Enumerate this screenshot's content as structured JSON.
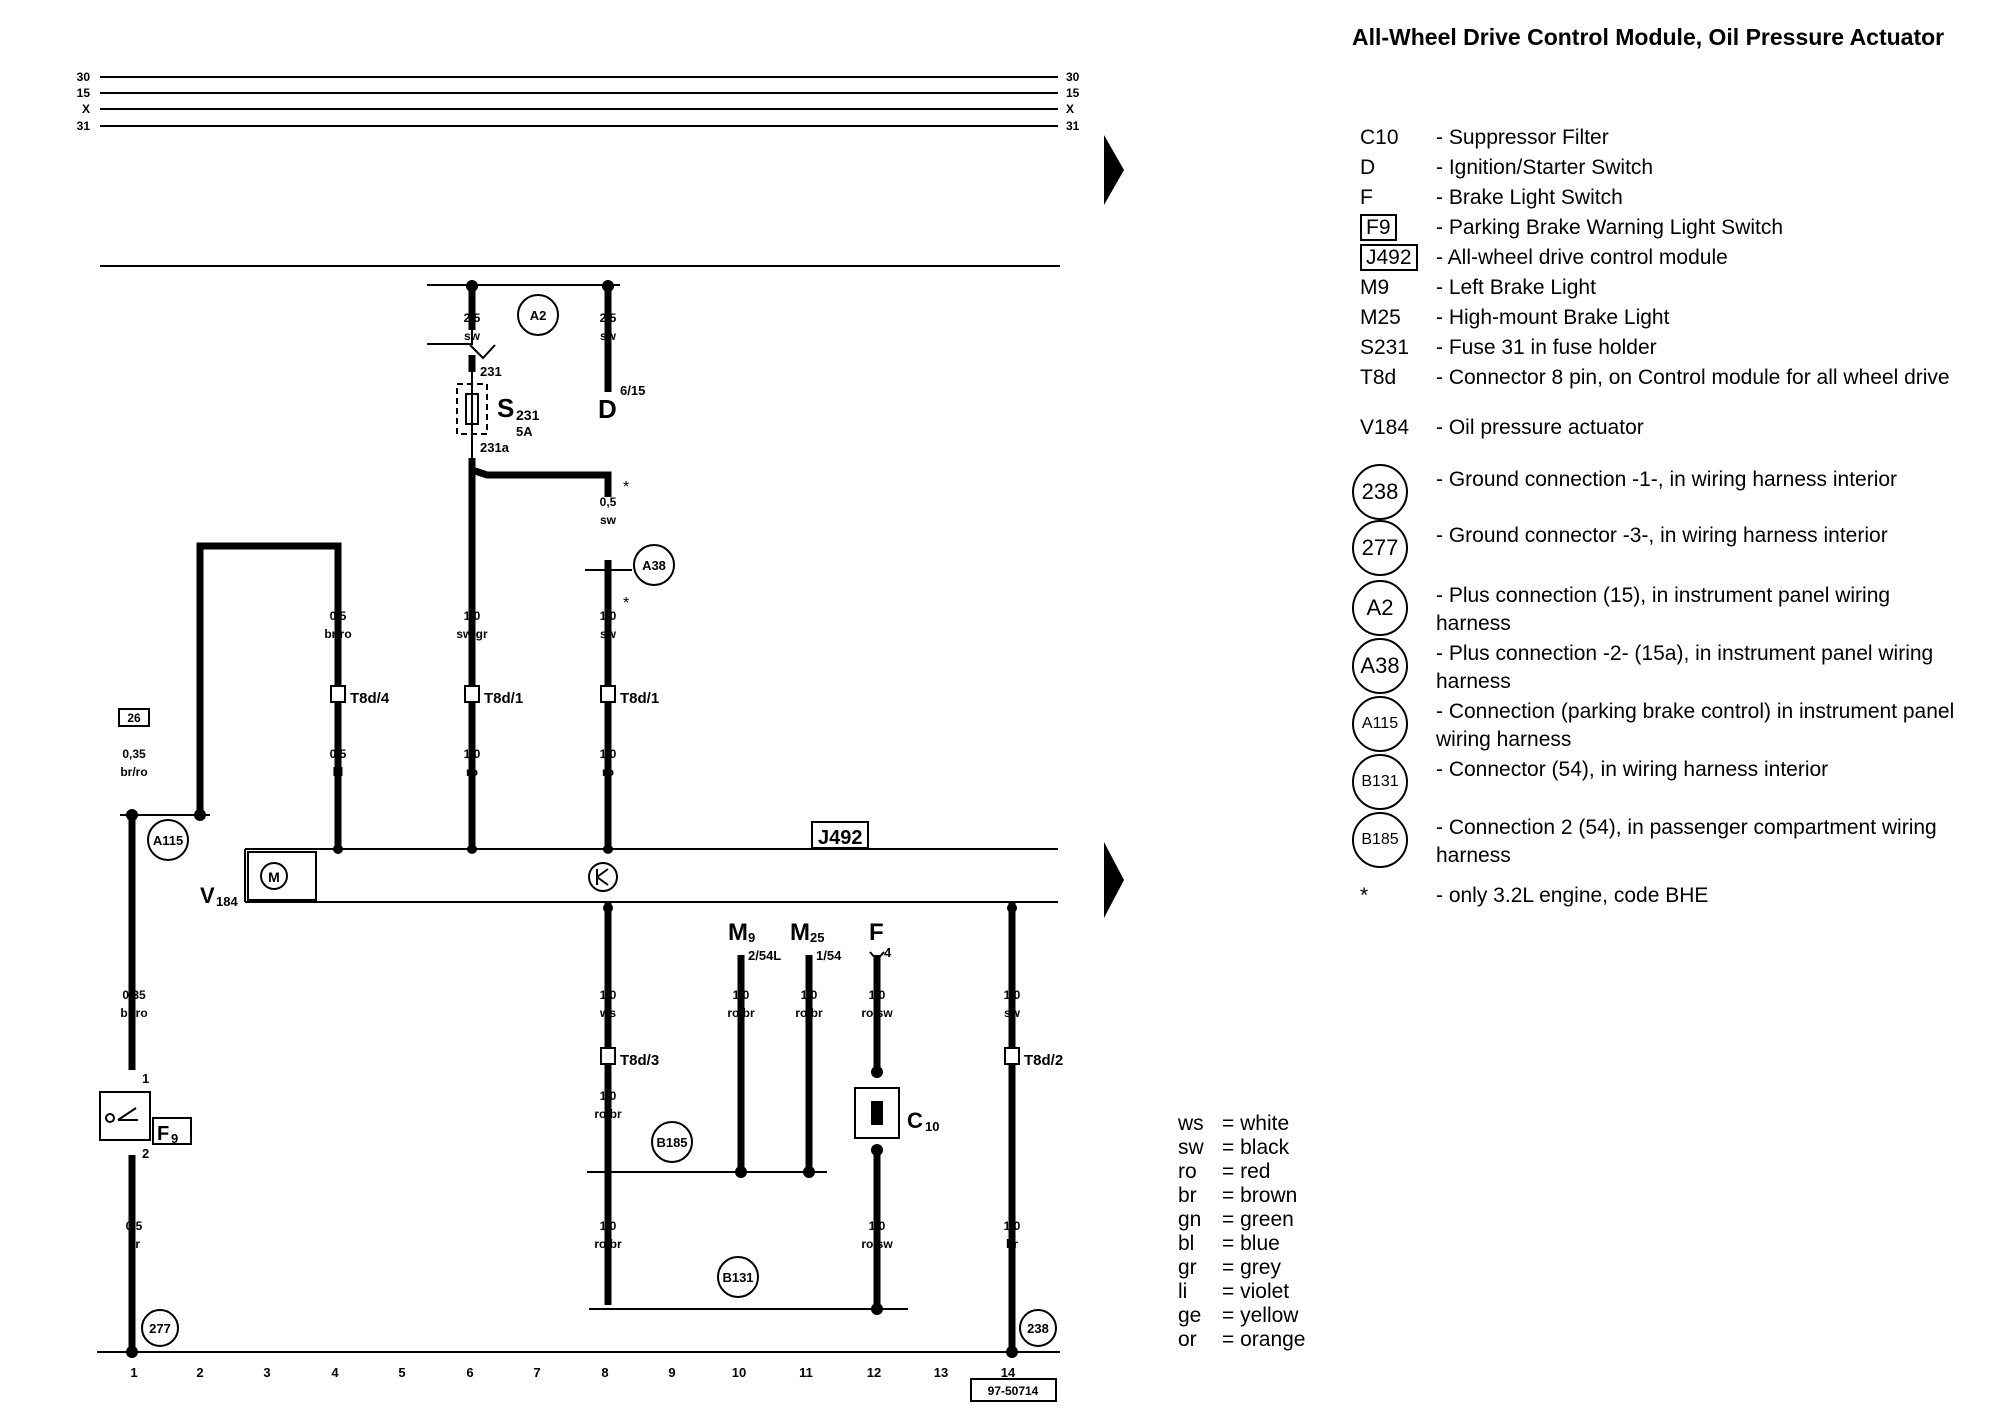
{
  "legend": {
    "title": "All-Wheel Drive Control Module, Oil Pressure Actuator",
    "items": [
      {
        "code": "C10",
        "desc": "- Suppressor Filter",
        "style": "plain"
      },
      {
        "code": "D",
        "desc": "- Ignition/Starter Switch",
        "style": "plain"
      },
      {
        "code": "F",
        "desc": "- Brake Light Switch",
        "style": "plain"
      },
      {
        "code": "F9",
        "desc": "- Parking Brake Warning Light Switch",
        "style": "boxed"
      },
      {
        "code": "J492",
        "desc": "- All-wheel drive control module",
        "style": "boxed"
      },
      {
        "code": "M9",
        "desc": "- Left Brake Light",
        "style": "plain"
      },
      {
        "code": "M25",
        "desc": "- High-mount Brake Light",
        "style": "plain"
      },
      {
        "code": "S231",
        "desc": "- Fuse 31 in fuse holder",
        "style": "plain"
      },
      {
        "code": "T8d",
        "desc": "- Connector 8 pin, on Control module for all wheel drive",
        "style": "plain"
      },
      {
        "code": "V184",
        "desc": "- Oil pressure actuator",
        "style": "plain"
      },
      {
        "code": "238",
        "desc": "- Ground connection -1-, in wiring harness interior",
        "style": "circled"
      },
      {
        "code": "277",
        "desc": "- Ground connector -3-, in wiring harness interior",
        "style": "circled"
      },
      {
        "code": "A2",
        "desc": "- Plus connection (15), in instrument panel wiring harness",
        "style": "circled"
      },
      {
        "code": "A38",
        "desc": "- Plus connection -2- (15a), in instrument panel wiring harness",
        "style": "circled"
      },
      {
        "code": "A115",
        "desc": "- Connection (parking brake control) in instrument panel wiring harness",
        "style": "circled-small"
      },
      {
        "code": "B131",
        "desc": "- Connector (54), in wiring harness interior",
        "style": "circled-small"
      },
      {
        "code": "B185",
        "desc": "- Connection 2 (54), in passenger compartment wiring harness",
        "style": "circled-small"
      },
      {
        "code": "*",
        "desc": "- only 3.2L engine, code BHE",
        "style": "plain"
      }
    ]
  },
  "color_key": [
    {
      "abbr": "ws",
      "name": "= white"
    },
    {
      "abbr": "sw",
      "name": "= black"
    },
    {
      "abbr": "ro",
      "name": "= red"
    },
    {
      "abbr": "br",
      "name": "= brown"
    },
    {
      "abbr": "gn",
      "name": "= green"
    },
    {
      "abbr": "bl",
      "name": "= blue"
    },
    {
      "abbr": "gr",
      "name": "= grey"
    },
    {
      "abbr": "li",
      "name": "= violet"
    },
    {
      "abbr": "ge",
      "name": "= yellow"
    },
    {
      "abbr": "or",
      "name": "= orange"
    }
  ],
  "diagram": {
    "rails": [
      "30",
      "15",
      "X",
      "31"
    ],
    "positions": [
      "1",
      "2",
      "3",
      "4",
      "5",
      "6",
      "7",
      "8",
      "9",
      "10",
      "11",
      "12",
      "13",
      "14"
    ],
    "reference_number": "97-50714",
    "fuse_box_label": "26",
    "components": {
      "s231": {
        "letter": "S",
        "sub": "231",
        "rating": "5A",
        "pin_top": "231",
        "pin_bottom": "231a"
      },
      "d": {
        "letter": "D",
        "pin": "6/15"
      },
      "j492": "J492",
      "v184": {
        "letter": "V",
        "sub": "184"
      },
      "f9": {
        "letter": "F",
        "sub": "9",
        "pin1": "1",
        "pin2": "2"
      },
      "m9": {
        "letter": "M",
        "sub": "9",
        "pin": "2/54L"
      },
      "m25": {
        "letter": "M",
        "sub": "25",
        "pin": "1/54"
      },
      "f": {
        "letter": "F",
        "pin": "4"
      },
      "c10": {
        "letter": "C",
        "sub": "10"
      },
      "asterisk": "*"
    },
    "circles": {
      "a2": "A2",
      "a38": "A38",
      "a115": "A115",
      "b185": "B185",
      "b131": "B131",
      "g277": "277",
      "g238": "238"
    },
    "connectors": {
      "t8d4": "T8d/4",
      "t8d1a": "T8d/1",
      "t8d1b": "T8d/1",
      "t8d3": "T8d/3",
      "t8d2": "T8d/2"
    },
    "wires": {
      "c6_top": {
        "size": "2,5",
        "color": "sw"
      },
      "c8_top": {
        "size": "2,5",
        "color": "sw"
      },
      "c8_a": {
        "size": "0,5",
        "color": "sw"
      },
      "c8_b": {
        "size": "1,0",
        "color": "sw"
      },
      "c4_a": {
        "size": "0,5",
        "color": "br/ro"
      },
      "c6_a": {
        "size": "1,0",
        "color": "sw/gr"
      },
      "c1_a": {
        "size": "0,35",
        "color": "br/ro"
      },
      "c4_b": {
        "size": "0,5",
        "color": "bl"
      },
      "c6_b": {
        "size": "1,0",
        "color": "ro"
      },
      "c8_c": {
        "size": "1,0",
        "color": "ro"
      },
      "c1_b": {
        "size": "0,35",
        "color": "br/ro"
      },
      "c8_d": {
        "size": "1,0",
        "color": "ws"
      },
      "c10_a": {
        "size": "1,0",
        "color": "ro/br"
      },
      "c11_a": {
        "size": "1,0",
        "color": "ro/br"
      },
      "c12_a": {
        "size": "1,0",
        "color": "ro/sw"
      },
      "c14_a": {
        "size": "1,0",
        "color": "sw"
      },
      "c8_e": {
        "size": "1,0",
        "color": "ro/br"
      },
      "c1_c": {
        "size": "0,5",
        "color": "br"
      },
      "c8_f": {
        "size": "1,0",
        "color": "ro/br"
      },
      "c12_b": {
        "size": "1,0",
        "color": "ro/sw"
      },
      "c14_b": {
        "size": "1,0",
        "color": "br"
      }
    }
  }
}
